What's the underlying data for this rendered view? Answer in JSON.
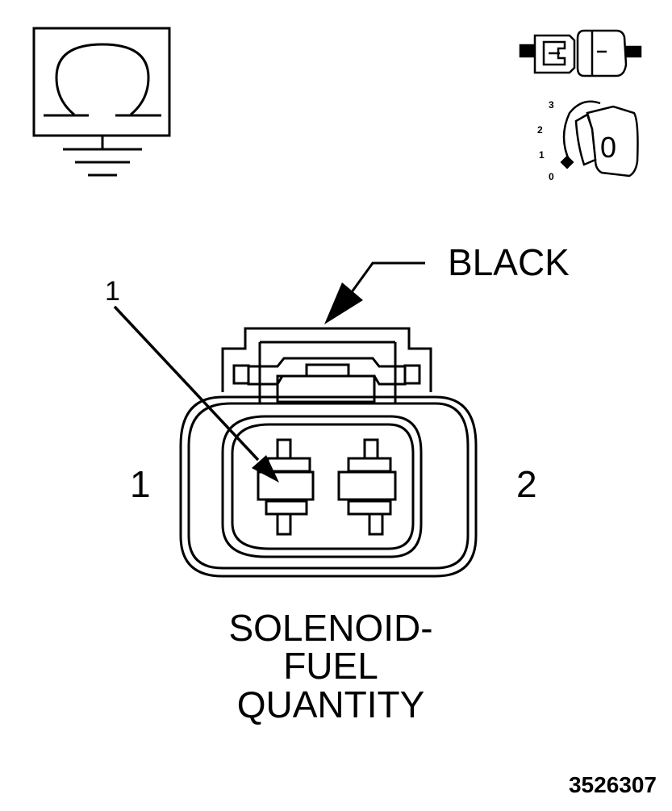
{
  "symbols": {
    "ohm_icon": "ohmmeter-ground-icon",
    "connector_icon": "disconnected-connector-icon",
    "ignition_icon": "ignition-key-off-icon",
    "ignition_positions": [
      "3",
      "2",
      "1",
      "0"
    ],
    "ignition_key_label": "0"
  },
  "connector": {
    "color_label": "BLACK",
    "callout_number": "1",
    "pin_left_label": "1",
    "pin_right_label": "2"
  },
  "caption": {
    "line1": "SOLENOID-",
    "line2": "FUEL",
    "line3": "QUANTITY"
  },
  "figure_number": "3526307",
  "colors": {
    "ink": "#000000",
    "paper": "#ffffff"
  }
}
